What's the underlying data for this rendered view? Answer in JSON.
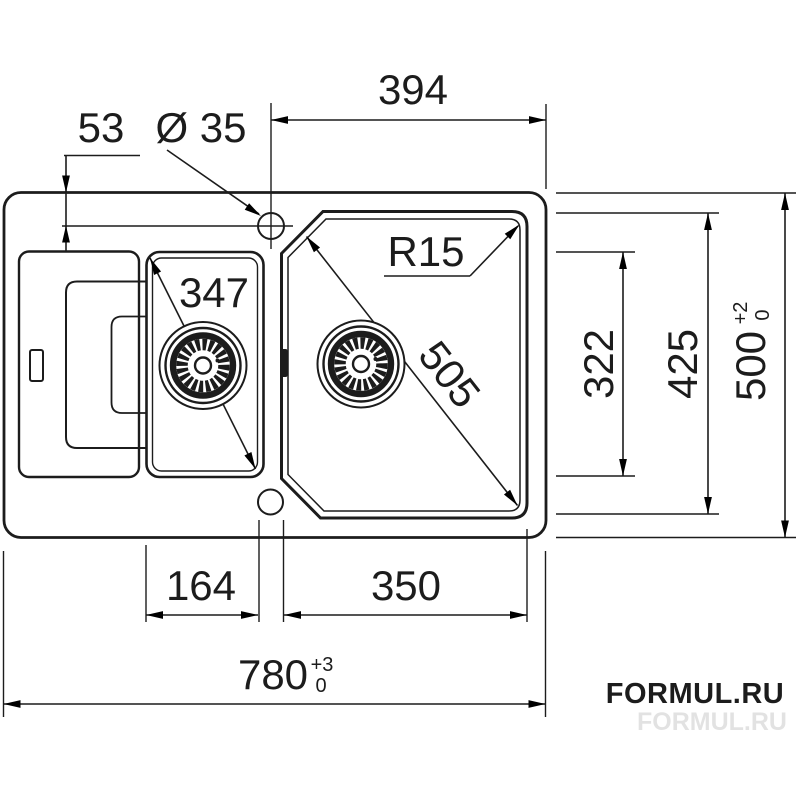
{
  "drawing": {
    "title": "sink-technical-drawing",
    "line_color": "#1c1c1c",
    "background": "#ffffff",
    "dimensions": {
      "offset_53": {
        "label": "53"
      },
      "tap_hole_diameter": {
        "label": "Ø 35"
      },
      "width_394": {
        "label": "394"
      },
      "corner_radius": {
        "label": "R15"
      },
      "small_bowl_diagonal": {
        "label": "347"
      },
      "large_bowl_diagonal": {
        "label": "505"
      },
      "height_322": {
        "label": "322"
      },
      "height_425": {
        "label": "425"
      },
      "height_500": {
        "label": "500",
        "tol_plus": "+2",
        "tol_minus": "0"
      },
      "width_164": {
        "label": "164"
      },
      "width_350": {
        "label": "350"
      },
      "width_780": {
        "label": "780",
        "tol_plus": "+3",
        "tol_minus": "0"
      }
    },
    "watermark": {
      "text": "FORMUL.RU",
      "color": "#9a555b"
    }
  }
}
